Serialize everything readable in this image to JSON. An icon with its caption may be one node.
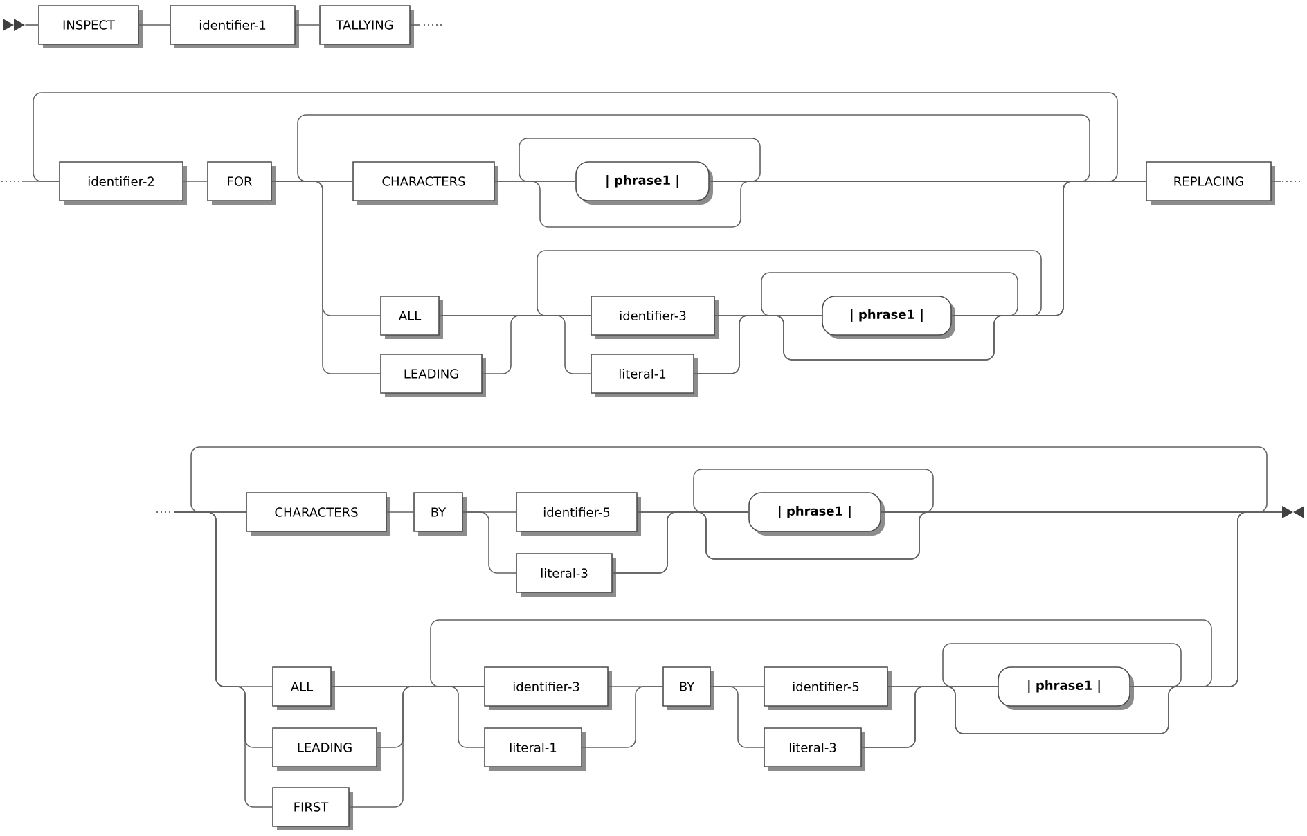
{
  "diagram": {
    "nodes": [
      {
        "text": [],
        "shape": "triangle"
      },
      {
        "text": [
          "INSPECT"
        ]
      },
      {
        "text": [
          "identifier-1"
        ]
      },
      {
        "text": [
          "TALLYING"
        ]
      },
      {
        "text": [
          "identifier-2"
        ]
      },
      {
        "text": [
          "FOR"
        ]
      },
      {
        "text": [
          "CHARACTERS"
        ]
      },
      {
        "text": [
          "| phrase1 |"
        ]
      },
      {
        "text": [
          "ALL"
        ]
      },
      {
        "text": [
          "LEADING"
        ]
      },
      {
        "text": [
          "identifier-3"
        ]
      },
      {
        "text": [
          "literal-1"
        ]
      },
      {
        "text": [
          "| phrase1 |"
        ]
      },
      {
        "text": [
          "REPLACING"
        ]
      },
      {
        "text": [
          "CHARACTERS"
        ]
      },
      {
        "text": [
          "BY"
        ]
      },
      {
        "text": [
          "identifier-5"
        ]
      },
      {
        "text": [
          "literal-3"
        ]
      },
      {
        "text": [
          "| phrase1 |"
        ]
      },
      {
        "text": [
          "ALL"
        ]
      },
      {
        "text": [
          "LEADING"
        ]
      },
      {
        "text": [
          "FIRST"
        ]
      },
      {
        "text": [
          "identifier-3"
        ]
      },
      {
        "text": [
          "literal-1"
        ]
      },
      {
        "text": [
          "BY"
        ]
      },
      {
        "text": [
          "identifier-5"
        ]
      },
      {
        "text": [
          "literal-3"
        ]
      },
      {
        "text": [
          "| phrase1 |"
        ]
      },
      {
        "text": [],
        "shape": "triangle"
      }
    ],
    "edges": [
      {
        "from": 0,
        "to": 1,
        "arrow": "none"
      },
      {
        "from": 1,
        "to": 2,
        "arrow": "none"
      },
      {
        "from": 2,
        "to": 3,
        "arrow": "none"
      },
      {
        "from": 3,
        "to": null,
        "arrow": "none"
      },
      {
        "from": null,
        "to": 4,
        "arrow": "none"
      },
      {
        "from": 4,
        "to": 5,
        "arrow": "none"
      },
      {
        "from": 5,
        "to": 6,
        "arrow": "none"
      },
      {
        "from": 5,
        "to": 8,
        "arrow": "none"
      },
      {
        "from": 5,
        "to": 9,
        "arrow": "none"
      },
      {
        "from": 6,
        "to": 7,
        "arrow": "none"
      },
      {
        "from": 6,
        "to": 13,
        "arrow": "none"
      },
      {
        "from": 7,
        "to": 13,
        "arrow": "none"
      },
      {
        "from": 8,
        "to": 10,
        "arrow": "none"
      },
      {
        "from": 8,
        "to": 11,
        "arrow": "none"
      },
      {
        "from": 9,
        "to": 10,
        "arrow": "none"
      },
      {
        "from": 10,
        "to": 12,
        "arrow": "none"
      },
      {
        "from": 11,
        "to": 12,
        "arrow": "none"
      },
      {
        "from": 10,
        "to": 13,
        "arrow": "none"
      },
      {
        "from": 11,
        "to": 13,
        "arrow": "none"
      },
      {
        "from": 12,
        "to": 13,
        "arrow": "none"
      },
      {
        "from": 12,
        "to": 12,
        "arrow": "none"
      },
      {
        "from": 12,
        "to": 10,
        "arrow": "none"
      },
      {
        "from": 7,
        "to": 6,
        "arrow": "none"
      },
      {
        "from": 7,
        "to": 4,
        "arrow": "none"
      },
      {
        "from": 13,
        "to": null,
        "arrow": "none"
      },
      {
        "from": 7,
        "to": 7,
        "arrow": "none"
      },
      {
        "from": null,
        "to": 14,
        "arrow": "none"
      },
      {
        "from": null,
        "to": 19,
        "arrow": "none"
      },
      {
        "from": null,
        "to": 20,
        "arrow": "none"
      },
      {
        "from": null,
        "to": 21,
        "arrow": "none"
      },
      {
        "from": 14,
        "to": 15,
        "arrow": "none"
      },
      {
        "from": 15,
        "to": 16,
        "arrow": "none"
      },
      {
        "from": 15,
        "to": 17,
        "arrow": "none"
      },
      {
        "from": 16,
        "to": 18,
        "arrow": "none"
      },
      {
        "from": 17,
        "to": 18,
        "arrow": "none"
      },
      {
        "from": 16,
        "to": 28,
        "arrow": "none"
      },
      {
        "from": 17,
        "to": 28,
        "arrow": "none"
      },
      {
        "from": 18,
        "to": 28,
        "arrow": "none"
      },
      {
        "from": 18,
        "to": 18,
        "arrow": "none"
      },
      {
        "from": 18,
        "to": 14,
        "arrow": "none"
      },
      {
        "from": 19,
        "to": 22,
        "arrow": "none"
      },
      {
        "from": 19,
        "to": 23,
        "arrow": "none"
      },
      {
        "from": 20,
        "to": 22,
        "arrow": "none"
      },
      {
        "from": 21,
        "to": 22,
        "arrow": "none"
      },
      {
        "from": 22,
        "to": 24,
        "arrow": "none"
      },
      {
        "from": 23,
        "to": 24,
        "arrow": "none"
      },
      {
        "from": 24,
        "to": 25,
        "arrow": "none"
      },
      {
        "from": 24,
        "to": 26,
        "arrow": "none"
      },
      {
        "from": 25,
        "to": 27,
        "arrow": "none"
      },
      {
        "from": 26,
        "to": 27,
        "arrow": "none"
      },
      {
        "from": 25,
        "to": 28,
        "arrow": "none"
      },
      {
        "from": 26,
        "to": 28,
        "arrow": "none"
      },
      {
        "from": 27,
        "to": 28,
        "arrow": "none"
      },
      {
        "from": 27,
        "to": 27,
        "arrow": "none"
      },
      {
        "from": 27,
        "to": 22,
        "arrow": "none"
      }
    ]
  }
}
